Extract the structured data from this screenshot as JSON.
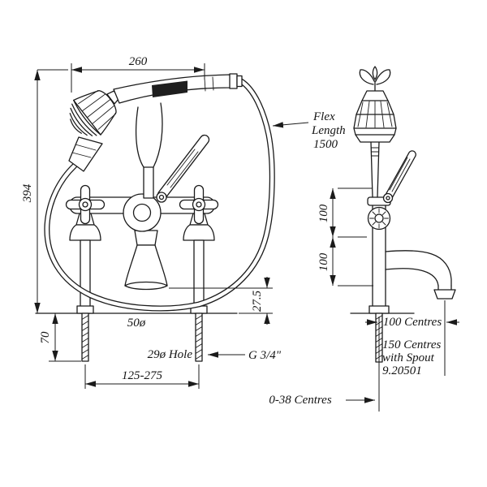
{
  "page": {
    "background": "#ffffff",
    "ink": "#1b1b1b"
  },
  "front_view": {
    "dim_top_width": "260",
    "dim_overall_height": "394",
    "dim_tail_length": "70",
    "dim_base_diameter": "50ø",
    "dim_spout_clearance": "27.5",
    "hole_label": "29ø Hole",
    "thread_label": "G 3/4\"",
    "dim_hole_centres_range": "125-275",
    "flex_note": {
      "line1": "Flex",
      "line2": "Length",
      "line3": "1500"
    }
  },
  "side_view": {
    "dim_upper_offset": "100",
    "dim_lower_offset": "100",
    "centres_note": "100 Centres",
    "spout_note": {
      "line1": "150 Centres",
      "line2": "with Spout",
      "line3": "9.20501"
    },
    "offset_note": "0-38 Centres"
  }
}
